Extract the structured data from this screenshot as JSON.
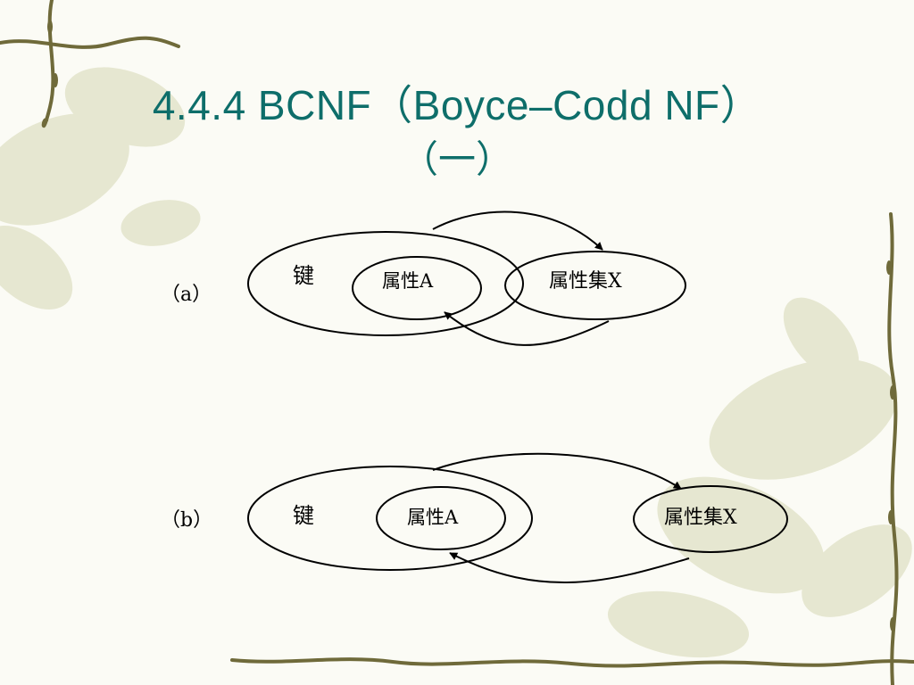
{
  "slide": {
    "title_line1": "4.4.4  BCNF（Boyce–Codd NF）",
    "title_line2": "（一）"
  },
  "diagram_a": {
    "case_label": "（a）",
    "key_label": "键",
    "attr_label": "属性A",
    "set_label": "属性集X"
  },
  "diagram_b": {
    "case_label": "（b）",
    "key_label": "键",
    "attr_label": "属性A",
    "set_label": "属性集X"
  },
  "colors": {
    "title": "#0e6e6a",
    "vine": "#6f6a3a",
    "leaf": "#c9cc9f"
  }
}
